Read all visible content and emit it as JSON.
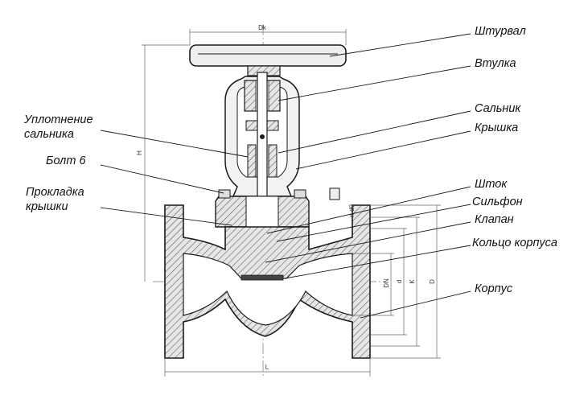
{
  "callouts": {
    "handwheel": "Штурвал",
    "bushing": "Втулка",
    "gland": "Сальник",
    "bonnet": "Крышка",
    "gland_seal_line1": "Уплотнение",
    "gland_seal_line2": "сальника",
    "bolt": "Болт 6",
    "bonnet_gasket_line1": "Прокладка",
    "bonnet_gasket_line2": "крышки",
    "stem": "Шток",
    "bellows": "Сильфон",
    "disc": "Клапан",
    "body_ring": "Кольцо корпуса",
    "body": "Корпус"
  },
  "dimensions": {
    "handwheel_dia": "Dk",
    "height": "H",
    "length": "L",
    "flange_outer_dia": "D",
    "bolt_circle_dia": "K",
    "nominal_dia": "DN",
    "seal_dia": "d",
    "holes": "n-d0"
  },
  "colors": {
    "outline": "#1a1a1a",
    "hatch": "#555555",
    "fill": "#e6e6e6",
    "dim_line": "#666666"
  }
}
